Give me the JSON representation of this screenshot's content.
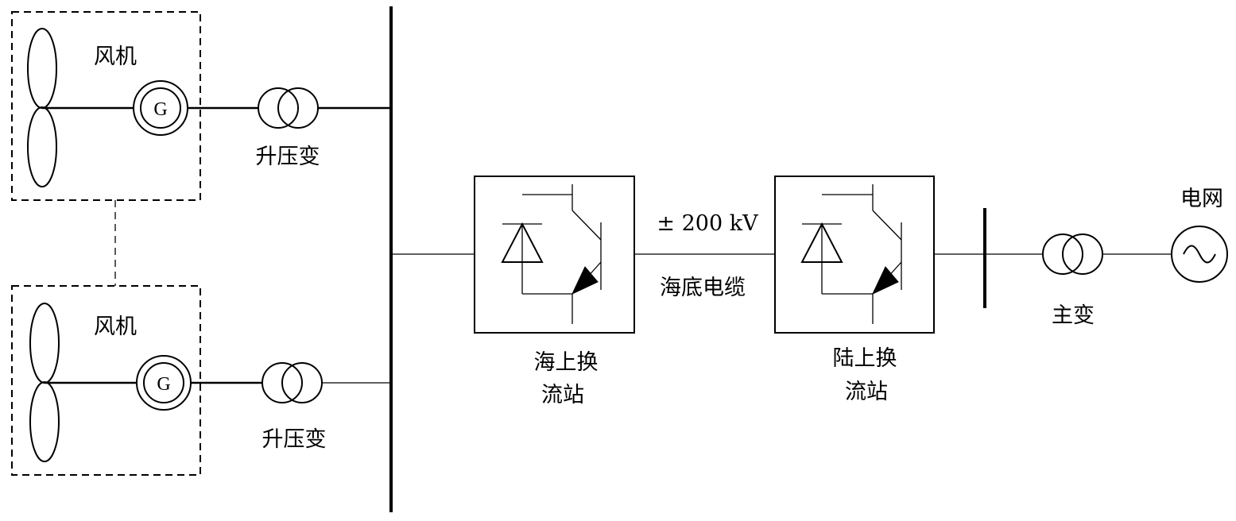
{
  "turbine_top": {
    "label": "风机",
    "generator_symbol": "G",
    "transformer_label": "升压变"
  },
  "turbine_bottom": {
    "label": "风机",
    "generator_symbol": "G",
    "transformer_label": "升压变"
  },
  "offshore_station": {
    "label_line1": "海上换",
    "label_line2": "流站"
  },
  "cable": {
    "voltage_label": "± 200 kV",
    "label": "海底电缆"
  },
  "onshore_station": {
    "label_line1": "陆上换",
    "label_line2": "流站"
  },
  "main_transformer": {
    "label": "主变"
  },
  "grid": {
    "label": "电网"
  }
}
